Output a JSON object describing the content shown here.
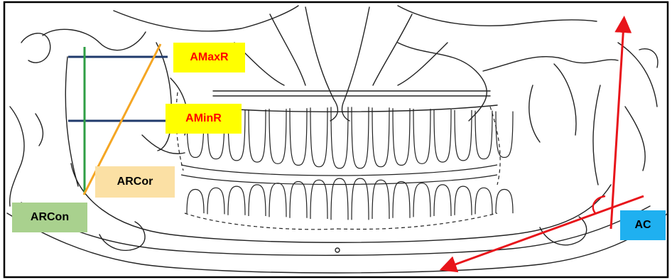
{
  "labels": {
    "amaxr": "AMaxR",
    "aminr": "AMinR",
    "arcor": "ARCor",
    "arcon": "ARCon",
    "ac": "AC"
  },
  "colors": {
    "frame": "#000000",
    "outline": "#000000",
    "horizontal_lines": "#1f3a6b",
    "green_line": "#2e9e44",
    "orange_line": "#f5a623",
    "red_arrows": "#e8141a",
    "amaxr_bg": "#ffff00",
    "amaxr_text": "#ff0000",
    "aminr_bg": "#ffff00",
    "aminr_text": "#ff0000",
    "arcor_bg": "#fbe0a4",
    "arcor_text": "#000000",
    "arcon_bg": "#a9d18e",
    "arcon_text": "#000000",
    "ac_bg": "#1fb0f0",
    "ac_text": "#000000"
  }
}
